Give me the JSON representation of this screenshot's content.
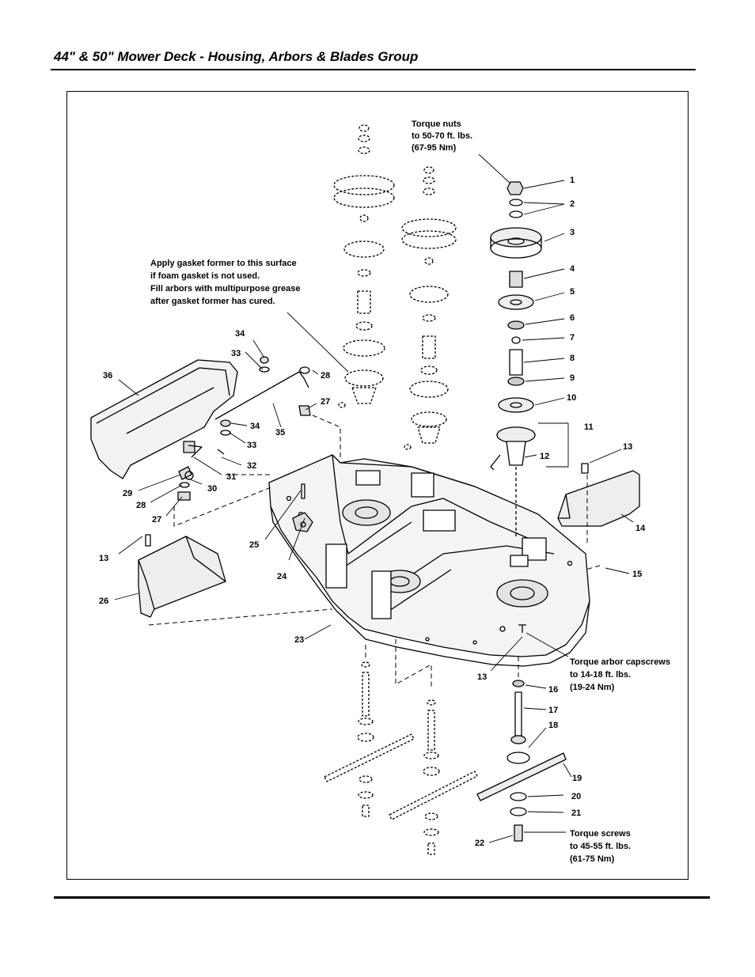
{
  "page": {
    "title": "44\" & 50\" Mower Deck - Housing, Arbors & Blades Group"
  },
  "notes": {
    "torque_nuts": [
      "Torque nuts",
      "to 50-70 ft. lbs.",
      "(67-95 Nm)"
    ],
    "gasket": [
      "Apply gasket former to this surface",
      "if foam gasket is not used.",
      "Fill arbors with multipurpose grease",
      "after gasket former has cured."
    ],
    "arbor_capscrews": [
      "Torque arbor capscrews",
      "to 14-18 ft. lbs.",
      "(19-24 Nm)"
    ],
    "blade_screws": [
      "Torque screws",
      "to 45-55 ft. lbs.",
      "(61-75 Nm)"
    ]
  },
  "callouts": [
    "1",
    "2",
    "3",
    "4",
    "5",
    "6",
    "7",
    "8",
    "9",
    "10",
    "11",
    "12",
    "13",
    "14",
    "15",
    "16",
    "17",
    "18",
    "19",
    "20",
    "21",
    "22",
    "23",
    "24",
    "25",
    "26",
    "27",
    "28",
    "29",
    "30",
    "31",
    "32",
    "33",
    "34",
    "35",
    "36"
  ],
  "colors": {
    "ink": "#000000",
    "paper": "#ffffff",
    "shade": "#d0d0d0"
  }
}
